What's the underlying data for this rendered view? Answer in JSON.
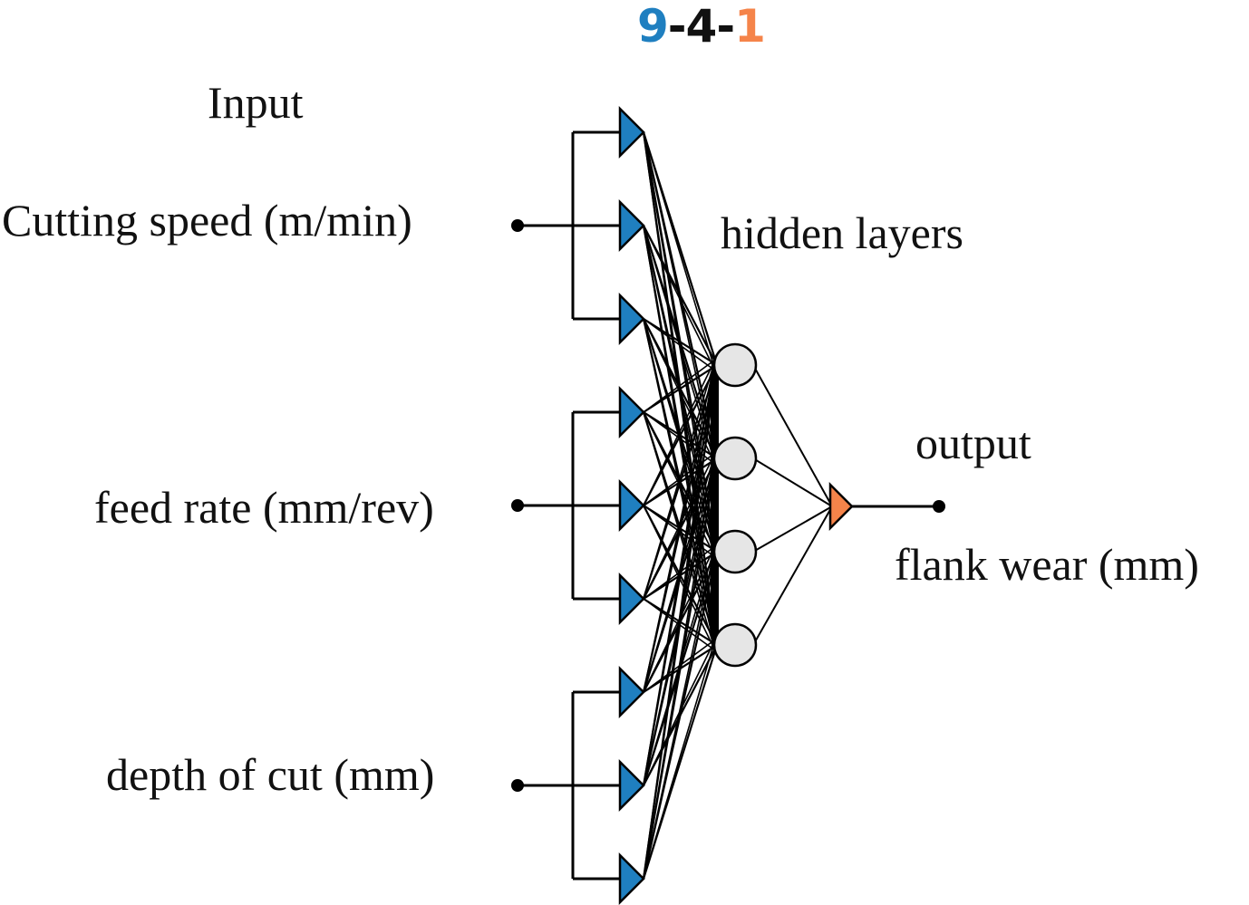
{
  "title": {
    "parts": [
      {
        "text": "9",
        "color": "#1f7fc0"
      },
      {
        "text": "-4-",
        "color": "#111111"
      },
      {
        "text": "1",
        "color": "#f5844a"
      }
    ]
  },
  "labels": {
    "input_heading": "Input",
    "hidden_heading": "hidden layers",
    "output_heading": "output",
    "inputs": [
      "Cutting speed (m/min)",
      "feed rate (mm/rev)",
      "depth of cut (mm)"
    ],
    "output": "flank wear (mm)"
  },
  "network": {
    "architecture": "9-4-1",
    "input_neurons": 9,
    "hidden_neurons": 4,
    "output_neurons": 1,
    "neurons_per_input_variable": 3,
    "colors": {
      "input_neuron": "#1f7fc0",
      "hidden_neuron": "#e6e6e6",
      "output_neuron": "#f5844a",
      "line": "#000000"
    }
  }
}
